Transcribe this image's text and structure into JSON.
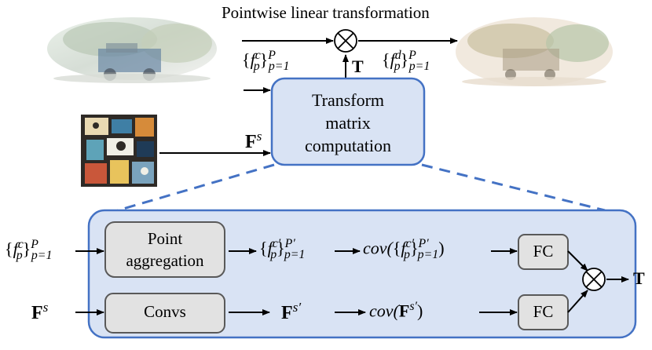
{
  "title": "Pointwise linear transformation",
  "transform_block": {
    "line1": "Transform",
    "line2": "matrix",
    "line3": "computation"
  },
  "labels": {
    "T_top": "T",
    "Fs_top": "F",
    "Fs_top_sup": "s",
    "fc_sym": "f",
    "fc_sup": "c",
    "fc_sub": "p",
    "fc_P": "P",
    "fc_range": "p=1",
    "fd_sym": "f",
    "fd_sup": "d",
    "fd_sub": "p",
    "fd_P": "P",
    "fd_range": "p=1"
  },
  "detail": {
    "point_aggregation": {
      "line1": "Point",
      "line2": "aggregation"
    },
    "convs": "Convs",
    "fc_top": "FC",
    "fc_bottom": "FC",
    "T_out": "T",
    "in_fc_sym": "f",
    "in_fc_sup": "c",
    "in_fc_sub": "p",
    "in_fc_P": "P",
    "in_fc_range": "p=1",
    "in_Fs": "F",
    "in_Fs_sup": "s",
    "mid_fc_sym": "f",
    "mid_fc_sup": "c′",
    "mid_fc_sub": "p",
    "mid_fc_P": "P′",
    "mid_fc_range": "p=1",
    "cov_top_prefix": "cov(",
    "cov_top_suffix": ")",
    "mid_Fs": "F",
    "mid_Fs_sup": "s′",
    "cov_bottom_prefix": "cov(",
    "cov_bottom_suffix": ")"
  },
  "colors": {
    "box_fill": "#d9e3f4",
    "box_stroke": "#4472c4",
    "gray_fill": "#e2e2e2",
    "gray_stroke": "#595959"
  }
}
